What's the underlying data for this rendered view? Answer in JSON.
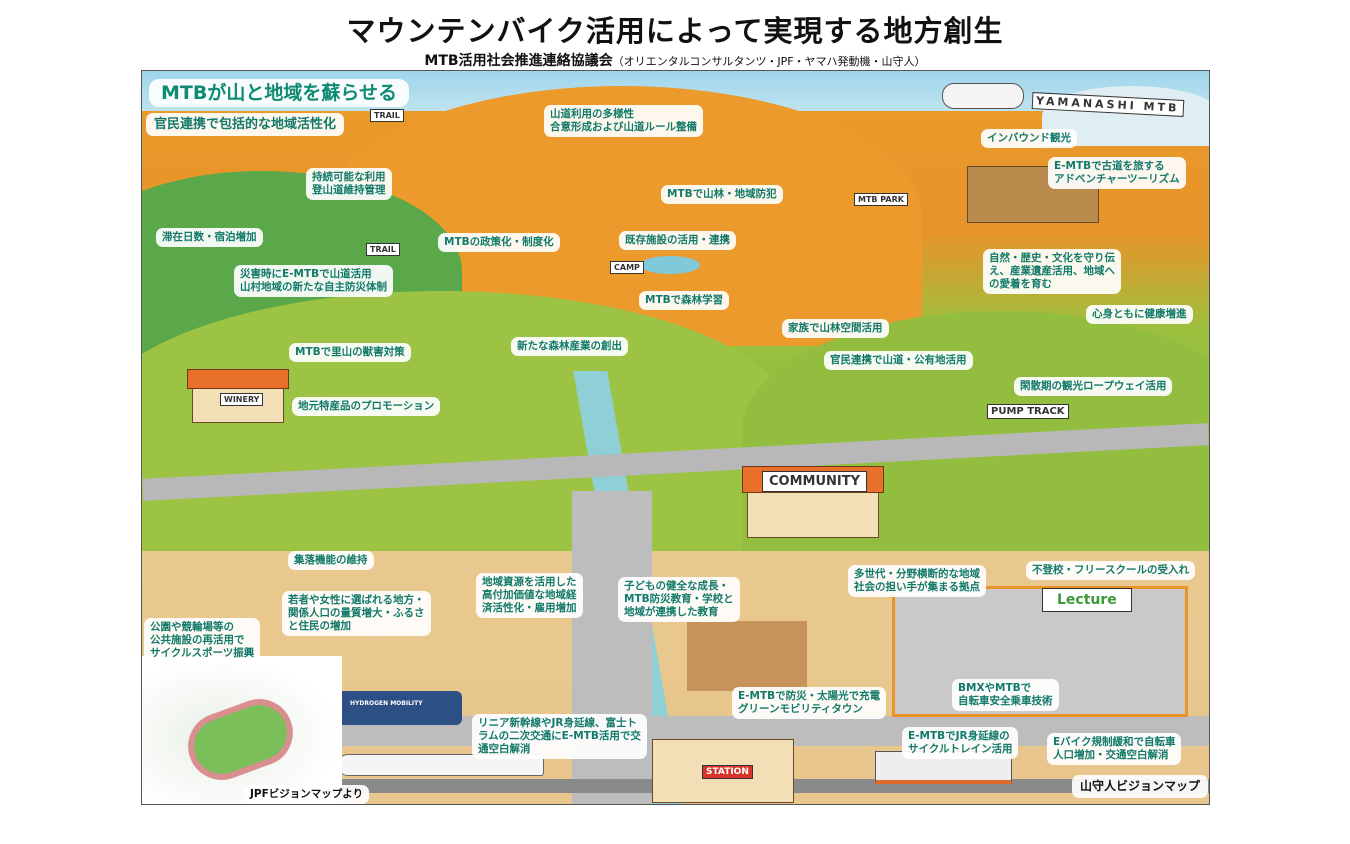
{
  "header": {
    "title": "マウンテンバイク活用によって実現する地方創生",
    "subtitle": "MTB活用社会推進連絡協議会",
    "subtitle_members": "（オリエンタルコンサルタンツ・JPF・ヤマハ発動機・山守人）"
  },
  "map": {
    "headline": "MTBが山と地域を蘇らせる",
    "subheadline": "官民連携で包括的な地域活性化",
    "labels": [
      "山道利用の多様性\n合意形成および山道ルール整備",
      "持続可能な利用\n登山道維持管理",
      "滞在日数・宿泊増加",
      "MTBの政策化・制度化",
      "MTBで山林・地域防犯",
      "既存施設の活用・連携",
      "災害時にE-MTBで山道活用\n山村地域の新たな自主防災体制",
      "MTBで森林学習",
      "インバウンド観光",
      "E-MTBで古道を旅する\nアドベンチャーツーリズム",
      "自然・歴史・文化を守り伝\nえ、産業遺産活用、地域へ\nの愛着を育む",
      "心身ともに健康増進",
      "家族で山林空間活用",
      "新たな森林産業の創出",
      "MTBで里山の獣害対策",
      "官民連携で山道・公有地活用",
      "閑散期の観光ロープウェイ活用",
      "地元特産品のプロモーション",
      "集落機能の維持",
      "地域資源を活用した\n高付加価値な地域経\n済活性化・雇用増加",
      "子どもの健全な成長・\nMTB防災教育・学校と\n地域が連携した教育",
      "多世代・分野横断的な地域\n社会の担い手が集まる拠点",
      "不登校・フリースクールの受入れ",
      "若者や女性に選ばれる地方・\n関係人口の量質増大・ふるさ\nと住民の増加",
      "公園や競輪場等の\n公共施設の再活用で\nサイクルスポーツ振興",
      "BMXやMTBで\n自転車安全乗車技術",
      "E-MTBで防災・太陽光で充電\nグリーンモビリティタウン",
      "リニア新幹線やJR身延線、富士ト\nラムの二次交通にE-MTB活用で交\n通空白解消",
      "E-MTBでJR身延線の\nサイクルトレイン活用",
      "Eバイク規制緩和で自転車\n人口増加・交通空白解消"
    ],
    "signs": {
      "trail": "TRAIL",
      "mtb_park": "MTB PARK",
      "camp": "CAMP",
      "winery": "WINERY",
      "community": "COMMUNITY",
      "pump_track": "PUMP TRACK",
      "lecture": "Lecture",
      "station": "STATION",
      "banner": "YAMANASHI MTB",
      "tram": "HYDROGEN MOBILITY"
    },
    "credit_right": "山守人ビジョンマップ",
    "credit_left": "JPFビジョンマップより"
  }
}
